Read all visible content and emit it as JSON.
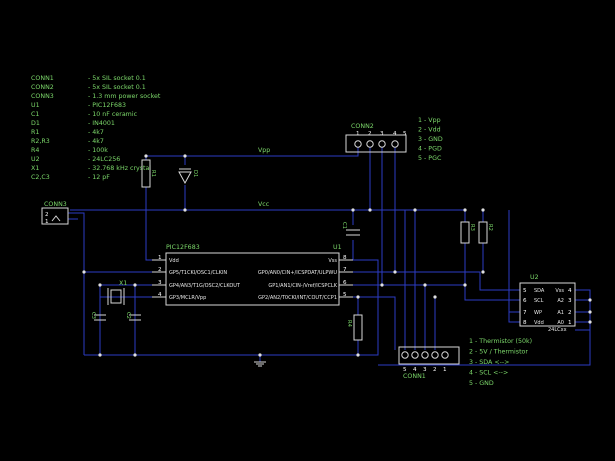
{
  "bom": [
    {
      "ref": "CONN1",
      "value": "- 5x SIL socket 0.1"
    },
    {
      "ref": "CONN2",
      "value": "- 5x SIL socket 0.1"
    },
    {
      "ref": "CONN3",
      "value": "- 1.3 mm power socket"
    },
    {
      "ref": "U1",
      "value": "- PIC12F683"
    },
    {
      "ref": "C1",
      "value": "- 10 nF ceramic"
    },
    {
      "ref": "D1",
      "value": "- IN4001"
    },
    {
      "ref": "R1",
      "value": "- 4k7"
    },
    {
      "ref": "R2,R3",
      "value": "- 4k7"
    },
    {
      "ref": "R4",
      "value": "- 100k"
    },
    {
      "ref": "U2",
      "value": "- 24LC256"
    },
    {
      "ref": "X1",
      "value": "- 32.768 kHz crystal"
    },
    {
      "ref": "C2,C3",
      "value": "- 12 pF"
    }
  ],
  "conn2": {
    "ref": "CONN2",
    "pins": [
      "1",
      "2",
      "3",
      "4",
      "5"
    ],
    "legend": [
      "1 - Vpp",
      "2 - Vdd",
      "3 - GND",
      "4 - PGD",
      "5 - PGC"
    ]
  },
  "conn1": {
    "ref": "CONN1",
    "pins": [
      "5",
      "4",
      "3",
      "2",
      "1"
    ],
    "legend": [
      "1 - Thermistor (50k)",
      "2 - 5V / Thermistor",
      "3 - SDA <-->",
      "4 - SCL <-->",
      "5 - GND"
    ]
  },
  "conn3": {
    "ref": "CONN3",
    "pins": [
      "2",
      "1"
    ]
  },
  "u1": {
    "ref": "U1",
    "part": "PIC12F683",
    "left_pins": [
      {
        "num": "1",
        "name": "Vdd"
      },
      {
        "num": "2",
        "name": "GP5/T1CKI/OSC1/CLKIN"
      },
      {
        "num": "3",
        "name": "GP4/AN3/T1G/OSC2/CLKOUT"
      },
      {
        "num": "4",
        "name": "GP3/MCLR/Vpp"
      }
    ],
    "right_pins": [
      {
        "num": "8",
        "name": "Vss"
      },
      {
        "num": "7",
        "name": "GP0/AN0/CIN+/ICSPDAT/ULPWU"
      },
      {
        "num": "6",
        "name": "GP1/AN1/CIN-/Vref/ICSPCLK"
      },
      {
        "num": "5",
        "name": "GP2/AN2/T0CKI/INT/COUT/CCP1"
      }
    ]
  },
  "u2": {
    "ref": "U2",
    "part": "24LCxx",
    "left_pins": [
      {
        "num": "5",
        "name": "SDA"
      },
      {
        "num": "6",
        "name": "SCL"
      },
      {
        "num": "7",
        "name": "WP"
      },
      {
        "num": "8",
        "name": "Vdd"
      }
    ],
    "right_pins": [
      {
        "num": "4",
        "name": "Vss"
      },
      {
        "num": "3",
        "name": "A2"
      },
      {
        "num": "2",
        "name": "A1"
      },
      {
        "num": "1",
        "name": "A0"
      }
    ]
  },
  "labels": {
    "vpp": "Vpp",
    "vcc": "Vcc",
    "r1": "R1",
    "d1": "D1",
    "c1": "C1",
    "r2": "R2",
    "r3": "R3",
    "r4": "R4",
    "x1": "X1",
    "c2": "C2",
    "c3": "C3"
  },
  "colors": {
    "background": "#000000",
    "wire": "#2c3cc4",
    "component": "#d8d8d8",
    "text": "#7cd86a"
  }
}
